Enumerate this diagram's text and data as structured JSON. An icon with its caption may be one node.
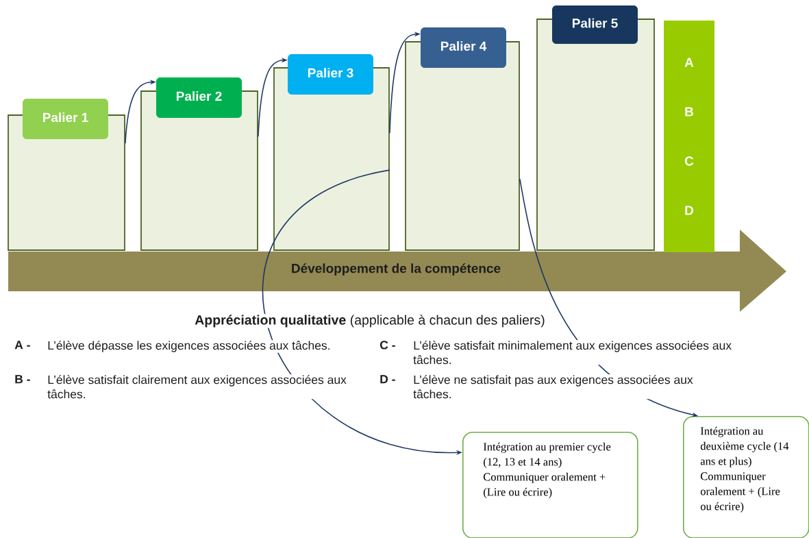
{
  "diagram": {
    "nodes": [
      {
        "text": [
          "Palier 1"
        ]
      },
      {
        "text": [
          "Palier 2"
        ]
      },
      {
        "text": [
          "Palier 3"
        ]
      },
      {
        "text": [
          "Palier 4"
        ]
      },
      {
        "text": [
          "Palier 5"
        ]
      },
      {
        "text": [],
        "shape": "box"
      },
      {
        "text": [],
        "shape": "box"
      },
      {
        "text": [],
        "shape": "box"
      },
      {
        "text": [],
        "shape": "box"
      },
      {
        "text": [],
        "shape": "box"
      },
      {
        "text": [
          "A",
          "B",
          "C",
          "D"
        ]
      },
      {
        "text": [
          "Intégration au premier cycle  (12, 13 et 14 ans) Communiquer oralement + (Lire ou écrire)"
        ]
      },
      {
        "text": [
          "Intégration au deuxième cycle (14 ans et plus) Communiquer oralement + (Lire ou écrire)"
        ]
      }
    ],
    "edges": [
      {
        "from": 5,
        "to": 1,
        "arrow": "to"
      },
      {
        "from": 6,
        "to": 2,
        "arrow": "to"
      },
      {
        "from": 7,
        "to": 3,
        "arrow": "to"
      },
      {
        "from": 7,
        "to": 11,
        "arrow": "to"
      },
      {
        "from": 8,
        "to": 12,
        "arrow": "to"
      }
    ],
    "labels": [
      "Développement de la compétence",
      "**Appréciation qualitative** (applicable à chacun des paliers)",
      "A -",
      "L’élève dépasse les exigences associées aux tâches.",
      "C -",
      "L’élève satisfait minimalement aux exigences associées aux tâches.",
      "B -",
      "L’élève satisfait clairement aux exigences associées aux tâches.",
      "D -",
      "L’élève ne satisfait pas aux exigences associées aux tâches."
    ]
  }
}
